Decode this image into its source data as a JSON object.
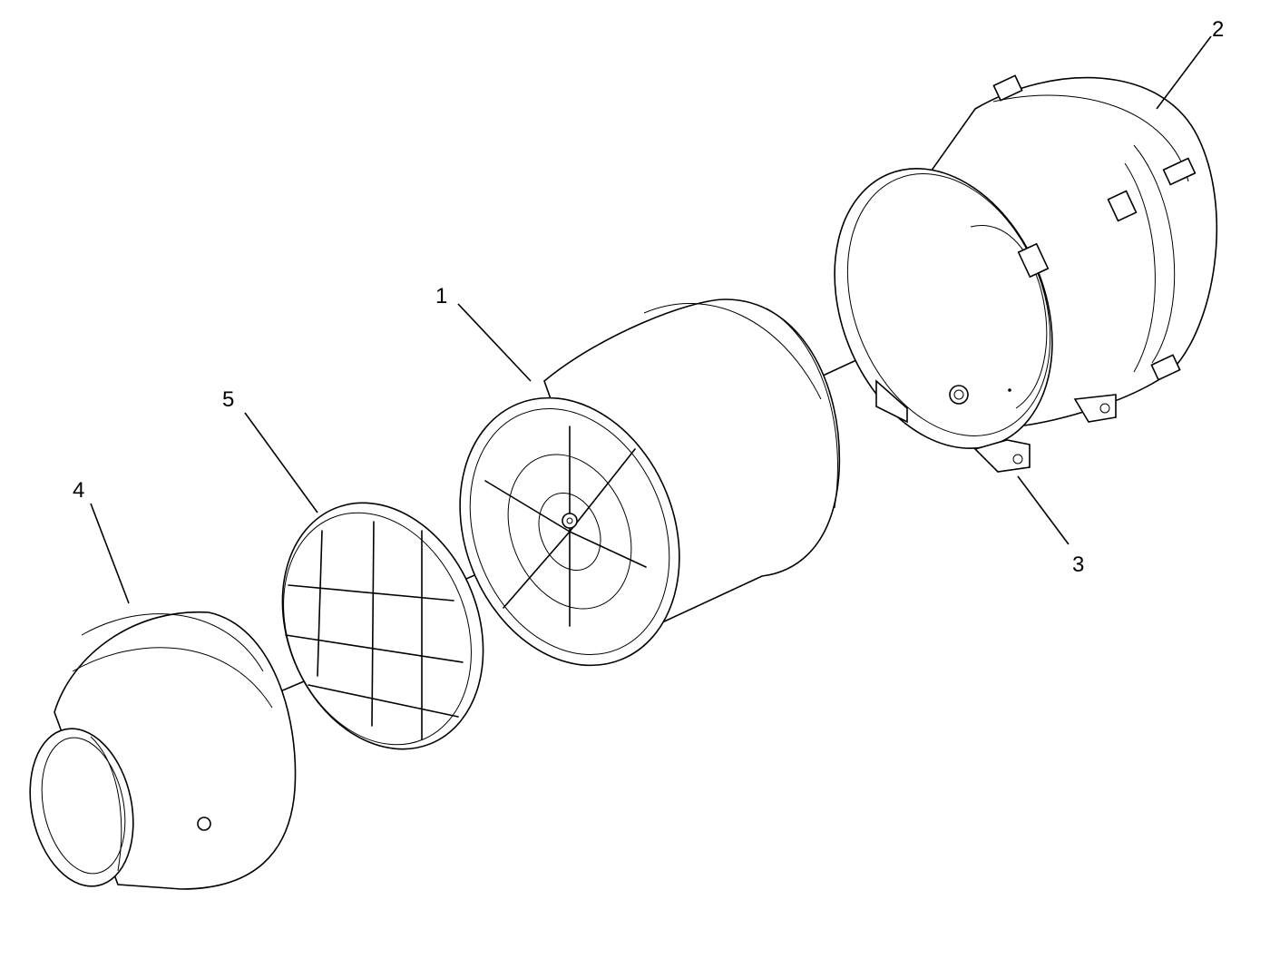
{
  "callouts": [
    {
      "id": "1",
      "label": "1"
    },
    {
      "id": "2",
      "label": "2"
    },
    {
      "id": "3",
      "label": "3"
    },
    {
      "id": "4",
      "label": "4"
    },
    {
      "id": "5",
      "label": "5"
    }
  ],
  "colors": {
    "line": "#000000",
    "background": "#ffffff"
  }
}
